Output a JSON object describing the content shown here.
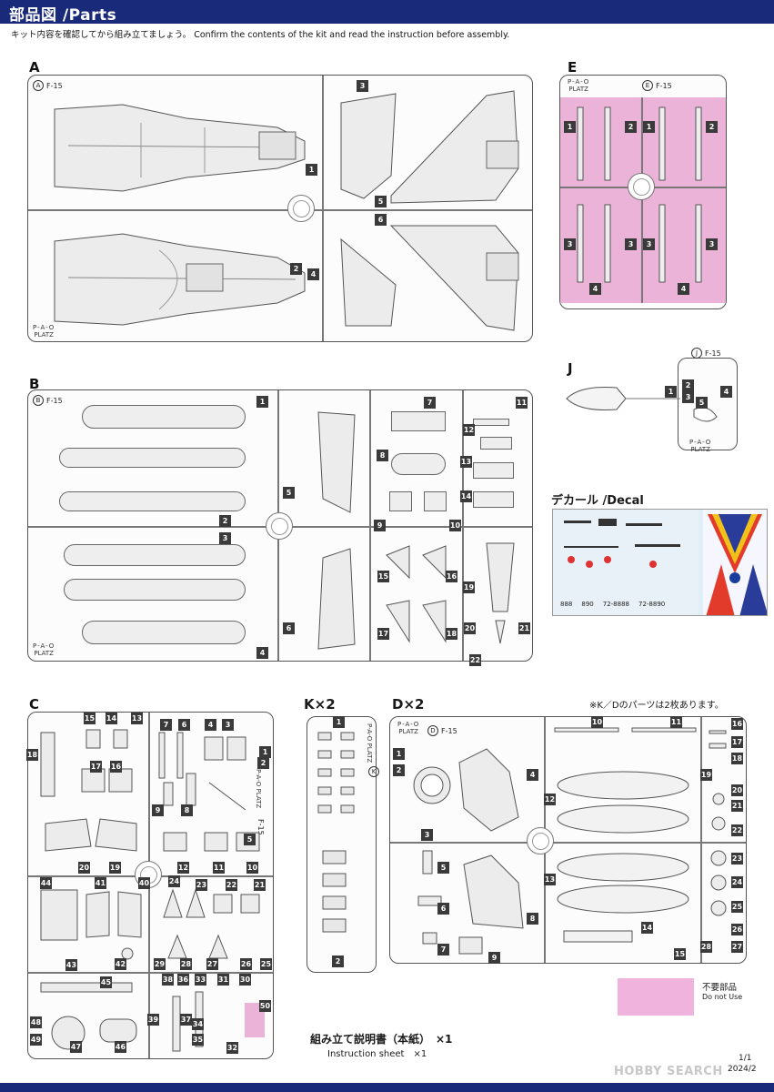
{
  "header": {
    "title": "部品図 /Parts"
  },
  "intro": "キット内容を確認してから組み立てましょう。 Confirm the contents of the kit and read the instruction before assembly.",
  "brand": {
    "top": "P-A-O",
    "bottom": "PLATZ"
  },
  "sprues": {
    "A": {
      "label": "A",
      "tag_letter": "A",
      "tag_model": "F-15",
      "parts": [
        "1",
        "2",
        "3",
        "4",
        "5",
        "6"
      ]
    },
    "B": {
      "label": "B",
      "tag_letter": "B",
      "tag_model": "F-15",
      "parts": [
        "1",
        "2",
        "3",
        "4",
        "5",
        "6",
        "7",
        "8",
        "9",
        "10",
        "11",
        "12",
        "13",
        "14",
        "15",
        "16",
        "17",
        "18",
        "19",
        "20",
        "21",
        "22"
      ]
    },
    "C": {
      "label": "C",
      "tag_model": "F-15",
      "parts": [
        "1",
        "2",
        "3",
        "4",
        "5",
        "6",
        "7",
        "8",
        "9",
        "10",
        "11",
        "12",
        "13",
        "14",
        "15",
        "16",
        "17",
        "18",
        "19",
        "20",
        "21",
        "22",
        "23",
        "24",
        "25",
        "26",
        "27",
        "28",
        "29",
        "30",
        "31",
        "32",
        "33",
        "34",
        "35",
        "36",
        "37",
        "38",
        "39",
        "40",
        "41",
        "42",
        "43",
        "44",
        "45",
        "46",
        "47",
        "48",
        "49",
        "50"
      ]
    },
    "E": {
      "label": "E",
      "tag_letter": "E",
      "tag_model": "F-15",
      "parts": [
        "1",
        "2",
        "3",
        "4"
      ]
    },
    "J": {
      "label": "J",
      "tag_letter": "J",
      "tag_model": "F-15",
      "parts": [
        "1",
        "2",
        "3",
        "4",
        "5"
      ]
    },
    "K": {
      "label": "K×2",
      "tag_letter": "K",
      "parts": [
        "1",
        "2"
      ]
    },
    "D": {
      "label": "D×2",
      "tag_letter": "D",
      "tag_model": "F-15",
      "parts": [
        "1",
        "2",
        "3",
        "4",
        "5",
        "6",
        "7",
        "8",
        "9",
        "10",
        "11",
        "12",
        "13",
        "14",
        "15",
        "16",
        "17",
        "18",
        "19",
        "20",
        "21",
        "22",
        "23",
        "24",
        "25",
        "26",
        "27",
        "28"
      ]
    }
  },
  "decal": {
    "title": "デカール /Decal",
    "codes": [
      "888",
      "890",
      "72-8888",
      "72-8890"
    ]
  },
  "note_multi": "※K／Dのパーツは2枚あります。",
  "legend": {
    "jp": "不要部品",
    "en": "Do not Use",
    "color": "#f0b3dd"
  },
  "instruction": {
    "jp": "組み立て説明書（本紙）　×1",
    "en": "Instruction sheet　×1"
  },
  "page": {
    "number": "1/1",
    "date": "2024/2"
  },
  "watermark": "HOBBY SEARCH",
  "colors": {
    "header": "#1a2a7a",
    "pink": "#e8a6d0"
  }
}
